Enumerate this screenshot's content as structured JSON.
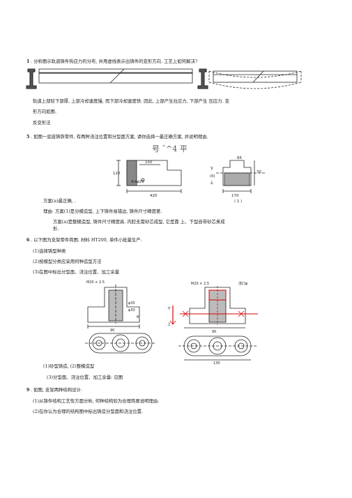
{
  "q1": {
    "number": "1",
    "question": ". 分析图示轨道铸件热应力的分布, 并用虚线表示出铸件的变形方向. 工艺上如何解决?",
    "answer1": "轨道上部较下部厚, 上部冷却速度慢, 而下部冷却速度快. 因此, 上部产生拉应力, 下部产生  压应力. 变",
    "answer2": "形方向如图.",
    "answer3": "反变形法"
  },
  "q5": {
    "number": "5",
    "question": ". 如图一底座铸铁零件, 有两种浇注位置和分型面方案, 请你选择一最正确方案, 并说明理由.",
    "figure_caption": "号   ˆ^4  平",
    "dims": {
      "d150": "150",
      "d420": "420",
      "d4phi20": "4×φ20",
      "d170": "170",
      "d85": "85",
      "d70": "70",
      "d120": "120",
      "upper": "上",
      "lower": "下",
      "plan2": "(II)",
      "plan1": "( 1 )"
    },
    "answer1": "方案(a)最正确, .",
    "answer2": "理由: 方案(1)是分模造型, 上下铸件易错边, 铸件尺寸精度差.",
    "answer3": "方案(a)是整模造型, 铸件尺寸精度高. 内腔无需砂芯成型, 它是靠  上、下型自带砂芯来成",
    "answer4": "形."
  },
  "q6": {
    "number": "6",
    "question": ". 以下图为支架零件简图. 材料 HT200, 单件小批量生产.",
    "item1": "(1)选择铸型种类",
    "item2": "(2)按模型分类应采用何种造型方法",
    "item3": "(3)在图中标出分型面、浇注位置、加工余量",
    "dims": {
      "thread": "M20 × 2.5",
      "phi35": "φ35",
      "phi30": "φ30",
      "r": "R",
      "d90": "90",
      "d130": "130",
      "upper": "上",
      "lower": "下",
      "gate": "浇口φ"
    },
    "answer1": "(1)砂型铸造, (2)整模造型",
    "answer2": "(3)分型面、浇注位置、加工余量: 见图"
  },
  "q9": {
    "number": "9",
    "question": ". 如图, 支架两种结构设计.",
    "item1": "(1)从铸件结构工艺性方面分析, 何种结构较为合理简要说明理由.",
    "item2": "(2)在你认为合理的结构图中标出铸造分型面和浇注位置."
  }
}
